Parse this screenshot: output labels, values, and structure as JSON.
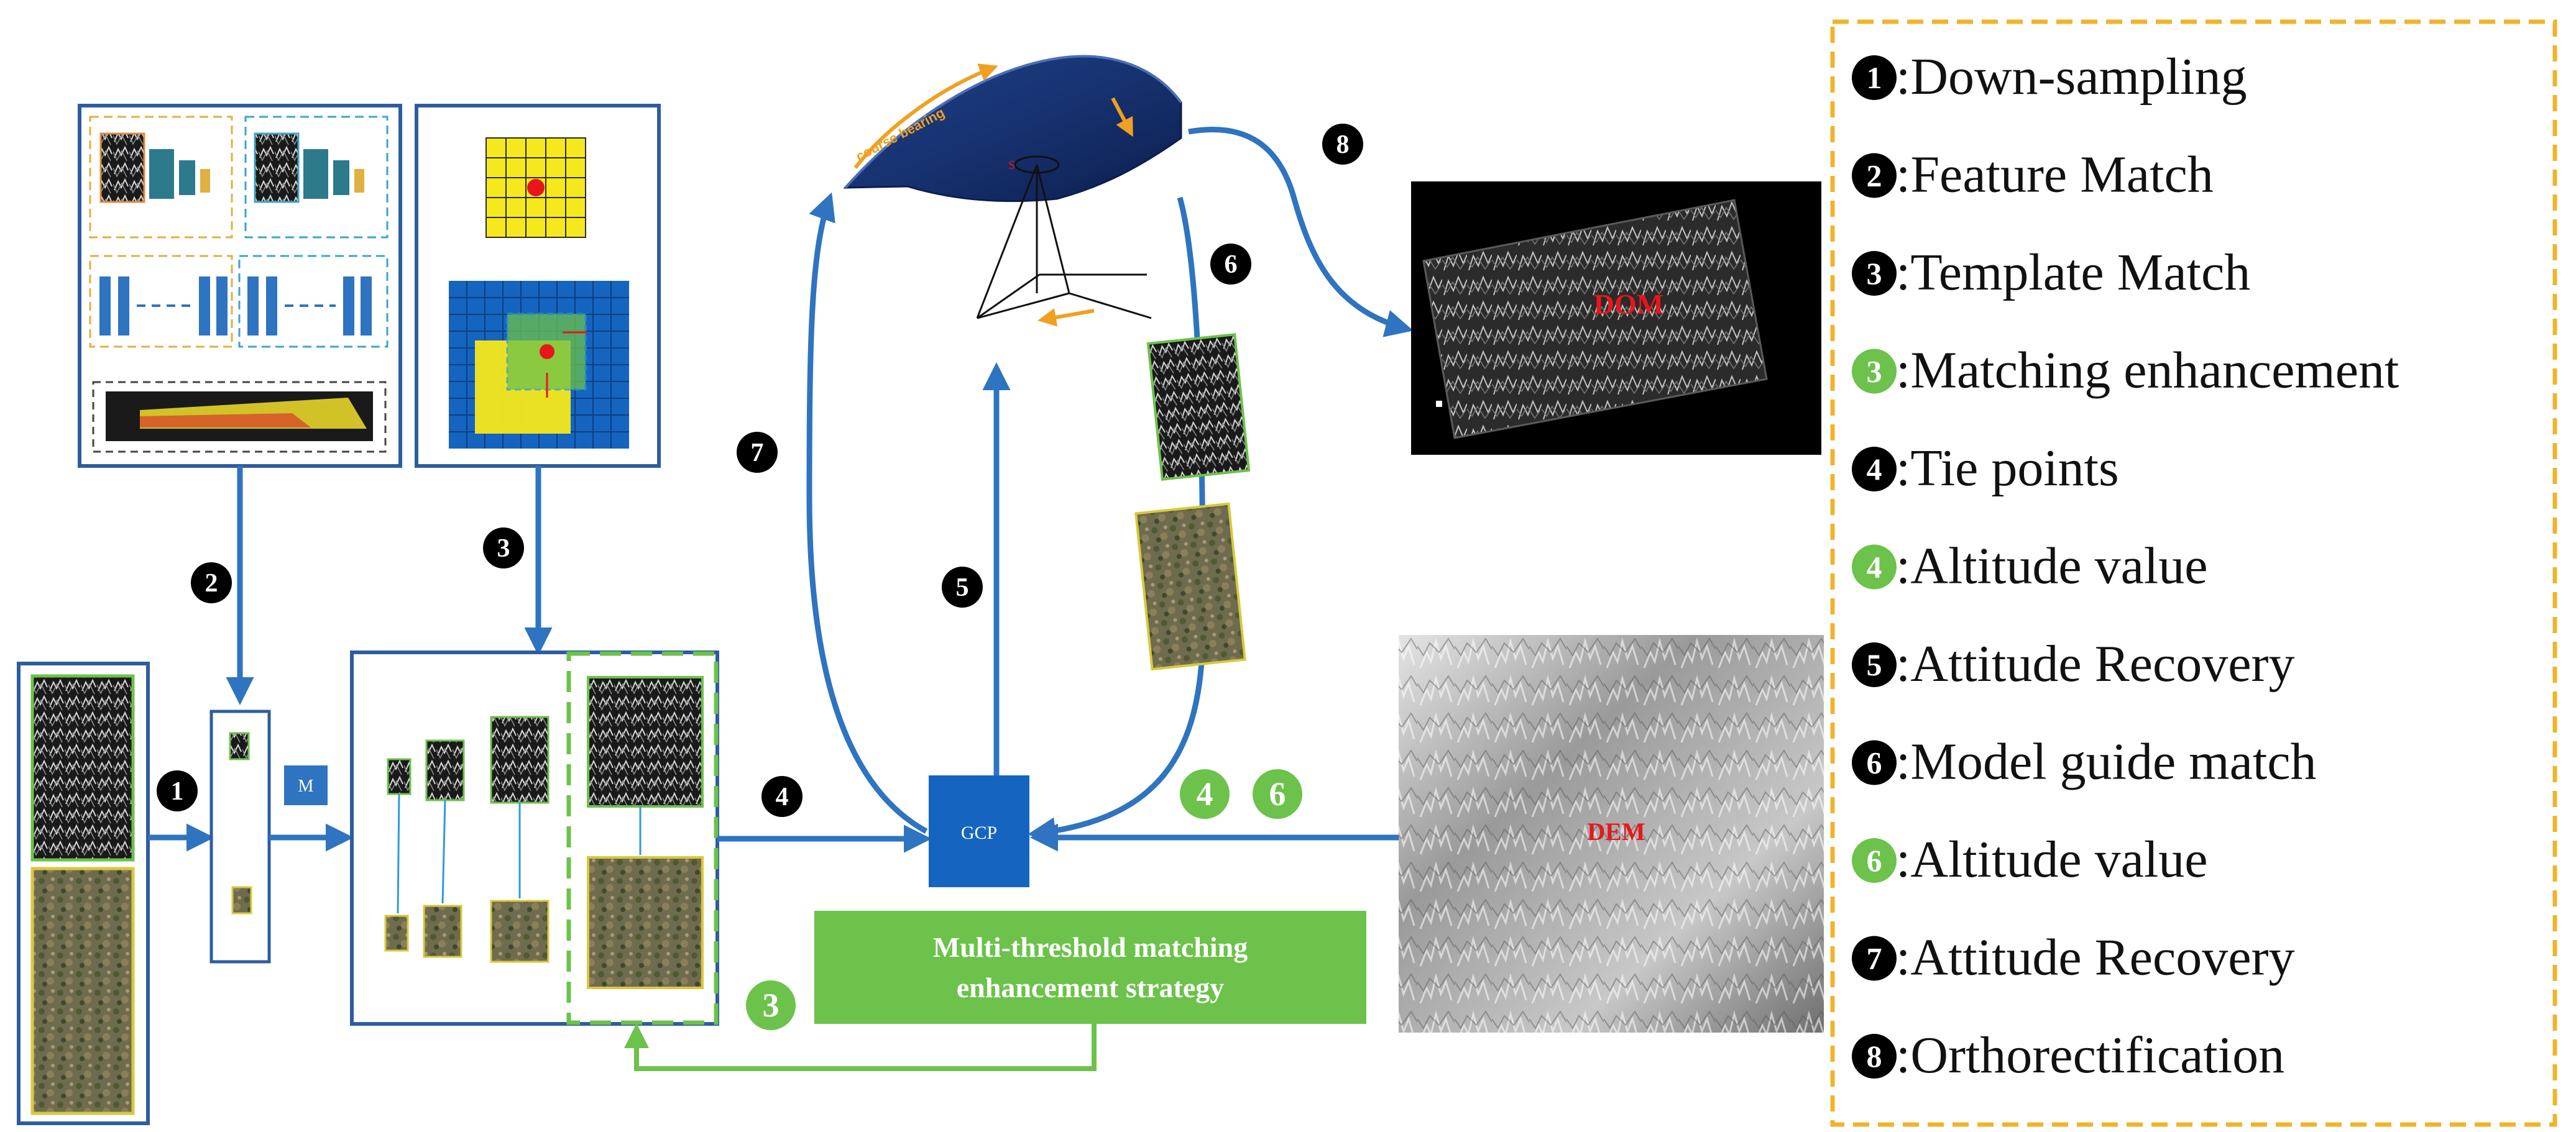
{
  "legend": {
    "items": [
      {
        "num": "1",
        "label": ":Down-sampling",
        "style": "black"
      },
      {
        "num": "2",
        "label": ":Feature Match",
        "style": "black"
      },
      {
        "num": "3",
        "label": ":Template Match",
        "style": "black"
      },
      {
        "num": "3",
        "label": ":Matching enhancement",
        "style": "green"
      },
      {
        "num": "4",
        "label": ":Tie points",
        "style": "black"
      },
      {
        "num": "4",
        "label": ":Altitude value",
        "style": "green"
      },
      {
        "num": "5",
        "label": ":Attitude Recovery",
        "style": "black"
      },
      {
        "num": "6",
        "label": ":Model guide match",
        "style": "black"
      },
      {
        "num": "6",
        "label": ":Altitude value",
        "style": "green"
      },
      {
        "num": "7",
        "label": ":Attitude Recovery",
        "style": "black"
      },
      {
        "num": "8",
        "label": ":Orthorectification",
        "style": "black"
      }
    ]
  },
  "nodes": {
    "m_box": "M",
    "gcp_box": "GCP",
    "strategy_line1": "Multi-threshold matching",
    "strategy_line2": "enhancement strategy",
    "dom_label": "DOM",
    "dem_label": "DEM",
    "course_bearing": "course bearing",
    "sensor_label": "S"
  },
  "badges": {
    "b1": "1",
    "b2": "2",
    "b3": "3",
    "b4": "4",
    "b5": "5",
    "b6": "6",
    "b7": "7",
    "b8": "8",
    "g3": "3",
    "g4": "4",
    "g6": "6"
  },
  "colors": {
    "flow_blue": "#2e74c0",
    "box_blue": "#2e5d9f",
    "green": "#6cc24a",
    "legend_border": "#f0b429",
    "orange": "#f0a020",
    "label_red": "#e8161b"
  }
}
